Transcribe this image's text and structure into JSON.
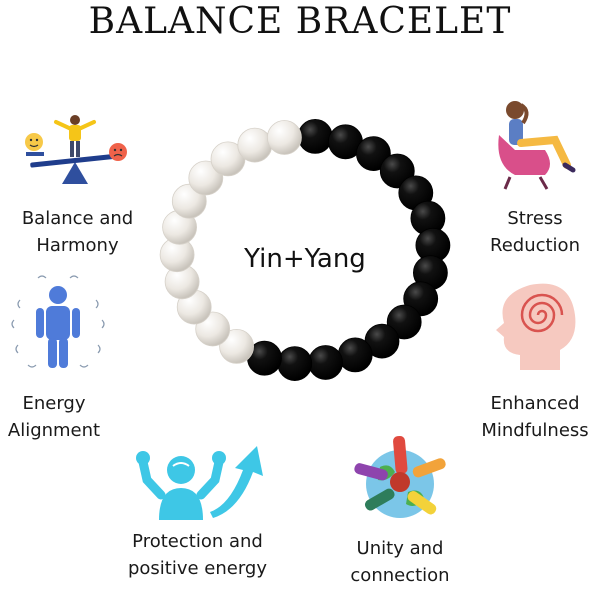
{
  "title": "BALANCE BRACELET",
  "center": "Yin+Yang",
  "benefits": {
    "balance": {
      "line1": "Balance and",
      "line2": "Harmony",
      "icon": "balance-scale-icon"
    },
    "stress": {
      "line1": "Stress",
      "line2": "Reduction",
      "icon": "relaxing-person-icon"
    },
    "energy": {
      "line1": "Energy",
      "line2": "Alignment",
      "icon": "energy-person-icon"
    },
    "mindfulness": {
      "line1": "Enhanced",
      "line2": "Mindfulness",
      "icon": "spiral-head-icon"
    },
    "protection": {
      "line1": "Protection and",
      "line2": "positive energy",
      "icon": "strong-person-arrow-icon"
    },
    "unity": {
      "line1": "Unity and",
      "line2": "connection",
      "icon": "joined-hands-globe-icon"
    }
  },
  "colors": {
    "white_bead": "#ece8e2",
    "black_bead": "#0d0d0d"
  }
}
